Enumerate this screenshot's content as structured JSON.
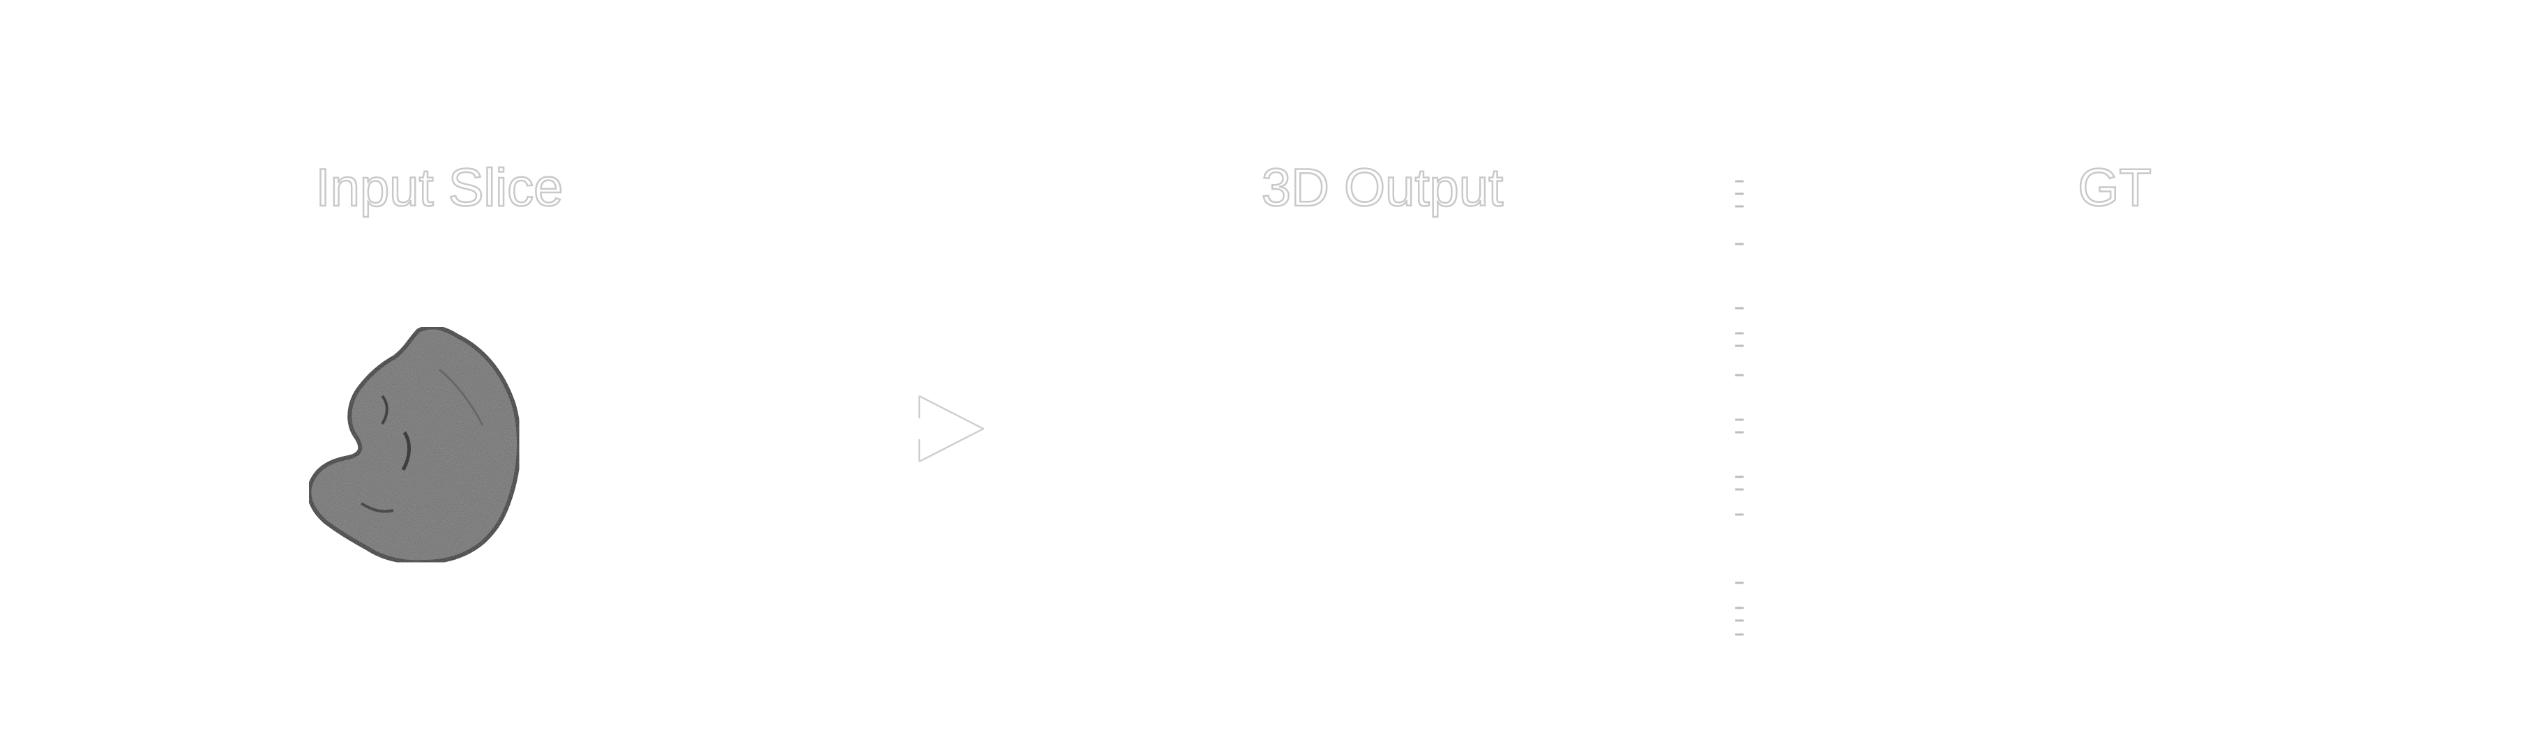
{
  "panels": {
    "input": {
      "title": "Input Slice",
      "icon": "ct-slice-image"
    },
    "output": {
      "title": "3D Output"
    },
    "ground_truth": {
      "title": "GT"
    }
  },
  "connector": {
    "icon": "triangle-arrow-right-icon"
  },
  "colors": {
    "background": "#ffffff",
    "title_outline": "#c9c9c9",
    "slice_fill": "#6e6e6e",
    "slice_edge": "#1c1c1c"
  }
}
